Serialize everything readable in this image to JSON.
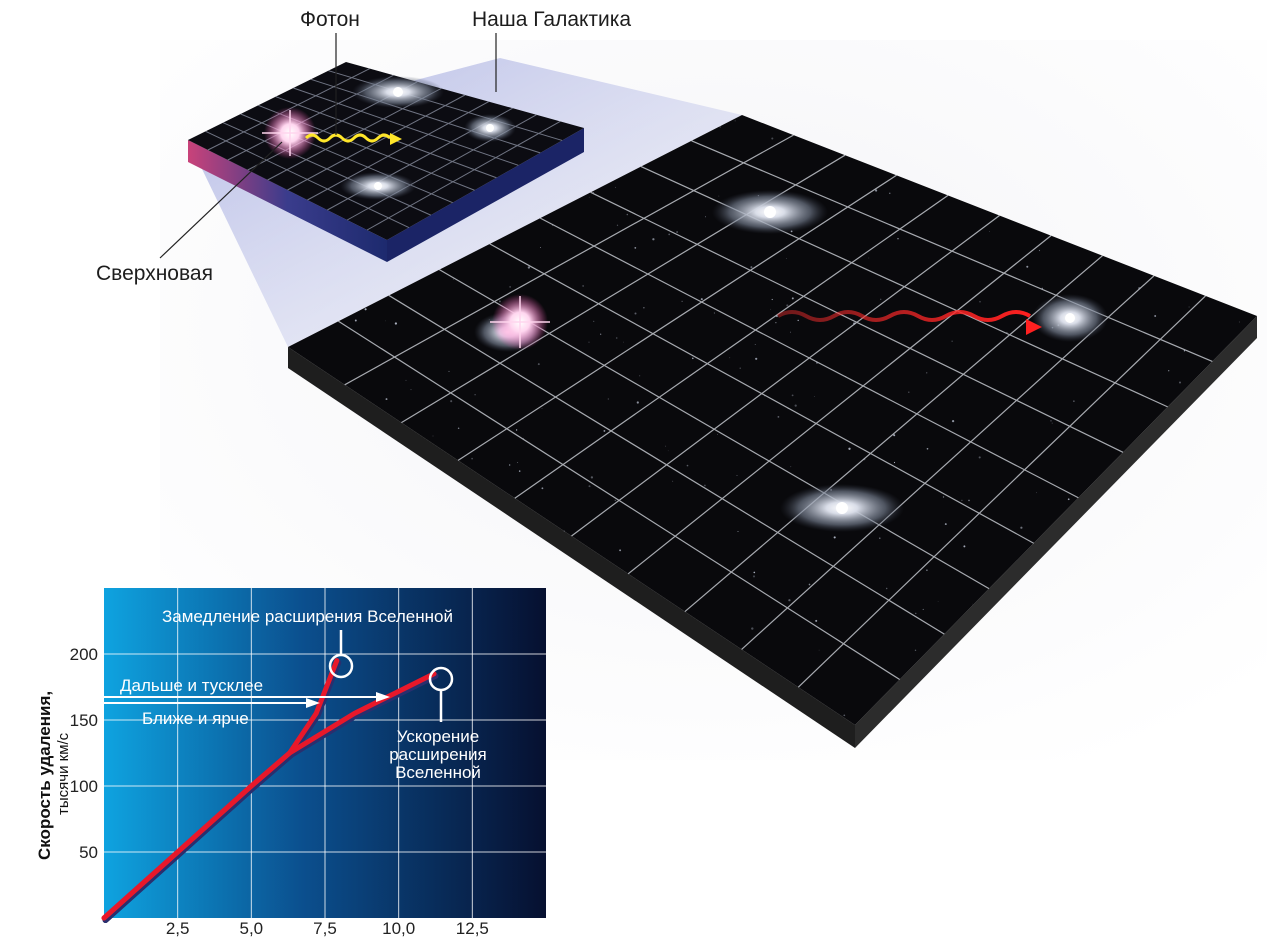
{
  "labels": {
    "photon": "Фотон",
    "our_galaxy": "Наша Галактика",
    "supernova": "Сверхновая"
  },
  "chart_data": {
    "type": "line",
    "ylabel_bold": "Скорость удаления,",
    "ylabel_sub": "тысячи км/с",
    "x_ticks": [
      "2,5",
      "5,0",
      "7,5",
      "10,0",
      "12,5"
    ],
    "y_ticks": [
      "50",
      "100",
      "150",
      "200"
    ],
    "xlim": [
      0,
      15
    ],
    "ylim": [
      0,
      250
    ],
    "grid": true,
    "series": [
      {
        "x": [
          0,
          2.5,
          5.0,
          6.3,
          7.2,
          7.9
        ],
        "y": [
          0,
          50,
          100,
          125,
          155,
          195
        ]
      },
      {
        "x": [
          0,
          2.5,
          5.0,
          6.3,
          8.5,
          11.2
        ],
        "y": [
          0,
          50,
          100,
          125,
          155,
          185
        ]
      }
    ],
    "annotations": {
      "deceleration": "Замедление расширения Вселенной",
      "farther": "Дальше и тусклее",
      "closer": "Ближе и ярче",
      "acceleration": [
        "Ускорение",
        "расширения",
        "Вселенной"
      ]
    },
    "colors": {
      "line": "#e8182a",
      "shadow": "#2a2f6e",
      "bg_left": "#0ea3e0",
      "bg_right": "#061030"
    }
  }
}
